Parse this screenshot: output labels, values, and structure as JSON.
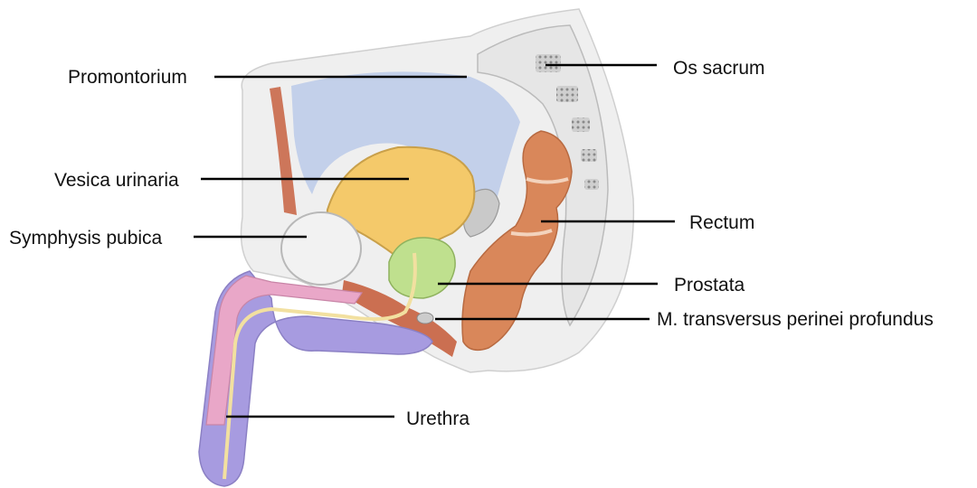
{
  "labels": {
    "promontorium": "Promontorium",
    "os_sacrum": "Os sacrum",
    "vesica_urinaria": "Vesica urinaria",
    "rectum": "Rectum",
    "symphysis_pubica": "Symphysis pubica",
    "prostata": "Prostata",
    "m_transversus": "M. transversus perinei profundus",
    "urethra": "Urethra"
  },
  "colors": {
    "bladder": "#f4c96a",
    "cavity": "#c3d0ea",
    "rectum": "#d9875a",
    "prostate": "#bfe08e",
    "penis": "#a79be0",
    "muscle": "#c7603f",
    "bone": "#e6e6e6",
    "pubic_bone": "#f2f2f2"
  }
}
